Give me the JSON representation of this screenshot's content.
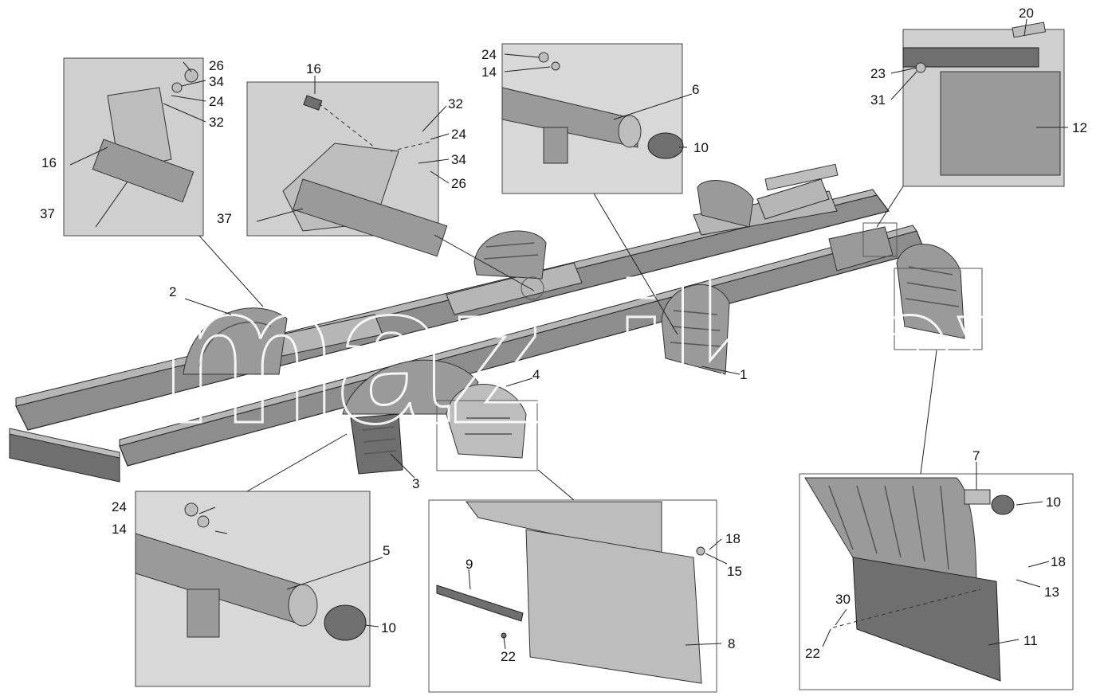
{
  "watermark": "maz-ik.by",
  "callouts": {
    "c1": "1",
    "c2": "2",
    "c3": "3",
    "c4": "4",
    "c5": "5",
    "c6": "6",
    "c7": "7",
    "c8": "8",
    "c9": "9",
    "c10a": "10",
    "c10b": "10",
    "c10c": "10",
    "c11": "11",
    "c12": "12",
    "c13": "13",
    "c14a": "14",
    "c14b": "14",
    "c15": "15",
    "c16a": "16",
    "c16b": "16",
    "c18a": "18",
    "c18b": "18",
    "c20": "20",
    "c22a": "22",
    "c22b": "22",
    "c23": "23",
    "c24a": "24",
    "c24b": "24",
    "c24c": "24",
    "c24d": "24",
    "c26a": "26",
    "c26b": "26",
    "c30": "30",
    "c31": "31",
    "c32a": "32",
    "c32b": "32",
    "c34a": "34",
    "c34b": "34",
    "c37a": "37",
    "c37b": "37"
  }
}
